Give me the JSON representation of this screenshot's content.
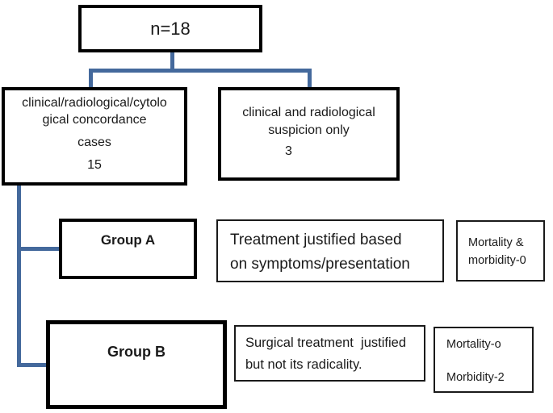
{
  "diagram": {
    "accent_color": "#44699c",
    "border_color": "#000000",
    "root": {
      "label": "n=18"
    },
    "left_branch": {
      "line1": "clinical/radiological/cytolo",
      "line2": "gical concordance",
      "line3": "cases",
      "count": "15"
    },
    "right_branch": {
      "line1": "clinical and radiological",
      "line2": "suspicion only",
      "count": "3"
    },
    "group_a": {
      "label": "Group A",
      "treatment_line1": "Treatment justified based",
      "treatment_line2": "on symptoms/presentation",
      "outcome_line1": "Mortality &",
      "outcome_line2": "morbidity-0"
    },
    "group_b": {
      "label": "Group B",
      "treatment_line1": "Surgical treatment  justified",
      "treatment_line2": "but not its radicality.",
      "outcome_line1": "Mortality-o",
      "outcome_line2": "Morbidity-2"
    }
  }
}
